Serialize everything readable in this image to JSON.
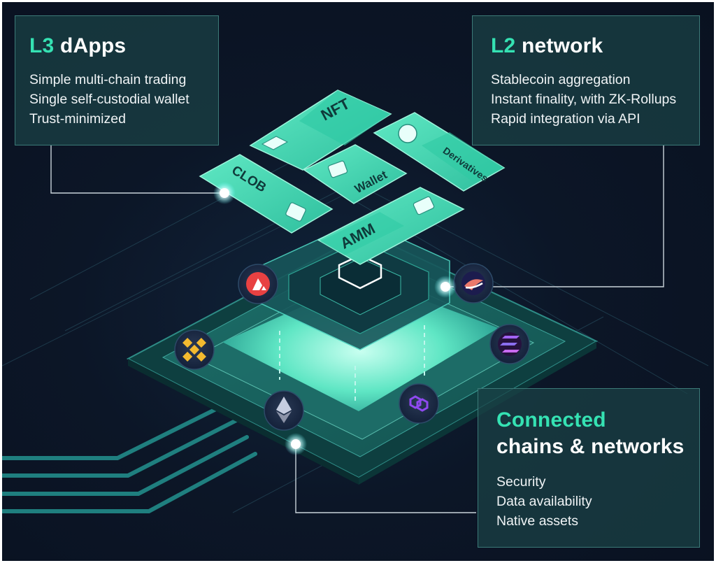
{
  "l3_panel": {
    "title_accent": "L3",
    "title_rest": "dApps",
    "lines": [
      "Simple multi-chain trading",
      "Single self-custodial wallet",
      "Trust-minimized"
    ]
  },
  "l2_panel": {
    "title_accent": "L2",
    "title_rest": "network",
    "lines": [
      "Stablecoin aggregation",
      "Instant finality, with ZK-Rollups",
      "Rapid integration via API"
    ]
  },
  "connected_panel": {
    "title_accent": "Connected",
    "title_rest": "chains & networks",
    "lines": [
      "Security",
      "Data availability",
      "Native assets"
    ]
  },
  "cards": {
    "nft": "NFT",
    "clob": "CLOB",
    "wallet": "Wallet",
    "derivatives": "Derivatives",
    "amm": "AMM"
  },
  "chain_icons": [
    "avalanche-icon",
    "starknet-icon",
    "bnb-icon",
    "solana-icon",
    "ethereum-icon",
    "polygon-icon"
  ],
  "colors": {
    "accent": "#35e2b3",
    "background": "#0b1424",
    "panel": "#1a4246",
    "card": "#3fd5b0"
  }
}
